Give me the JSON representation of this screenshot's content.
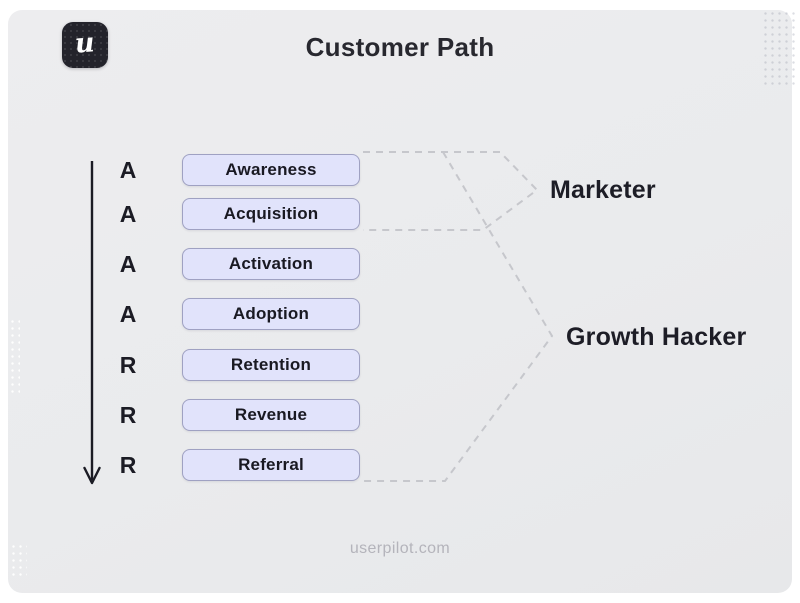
{
  "page": {
    "title": "Customer Path",
    "brand": {
      "logo_letter": "u"
    },
    "footer": "userpilot.com"
  },
  "funnel": {
    "direction": "top-to-bottom",
    "stages": [
      {
        "initial": "A",
        "label": "Awareness"
      },
      {
        "initial": "A",
        "label": "Acquisition"
      },
      {
        "initial": "A",
        "label": "Activation"
      },
      {
        "initial": "A",
        "label": "Adoption"
      },
      {
        "initial": "R",
        "label": "Retention"
      },
      {
        "initial": "R",
        "label": "Revenue"
      },
      {
        "initial": "R",
        "label": "Referral"
      }
    ]
  },
  "roles": [
    {
      "label": "Marketer",
      "covers": [
        "Awareness",
        "Acquisition"
      ]
    },
    {
      "label": "Growth Hacker",
      "covers": [
        "Awareness",
        "Acquisition",
        "Activation",
        "Adoption",
        "Retention",
        "Revenue",
        "Referral"
      ]
    }
  ],
  "colors": {
    "card_bg": "#eaebed",
    "box_fill": "#e1e3fb",
    "box_border": "#9fa1c2",
    "dashed_line": "#c6c7cc",
    "dark_text": "#1b1b24",
    "muted_text": "#b4b4bb",
    "logo_bg": "#23232b"
  }
}
